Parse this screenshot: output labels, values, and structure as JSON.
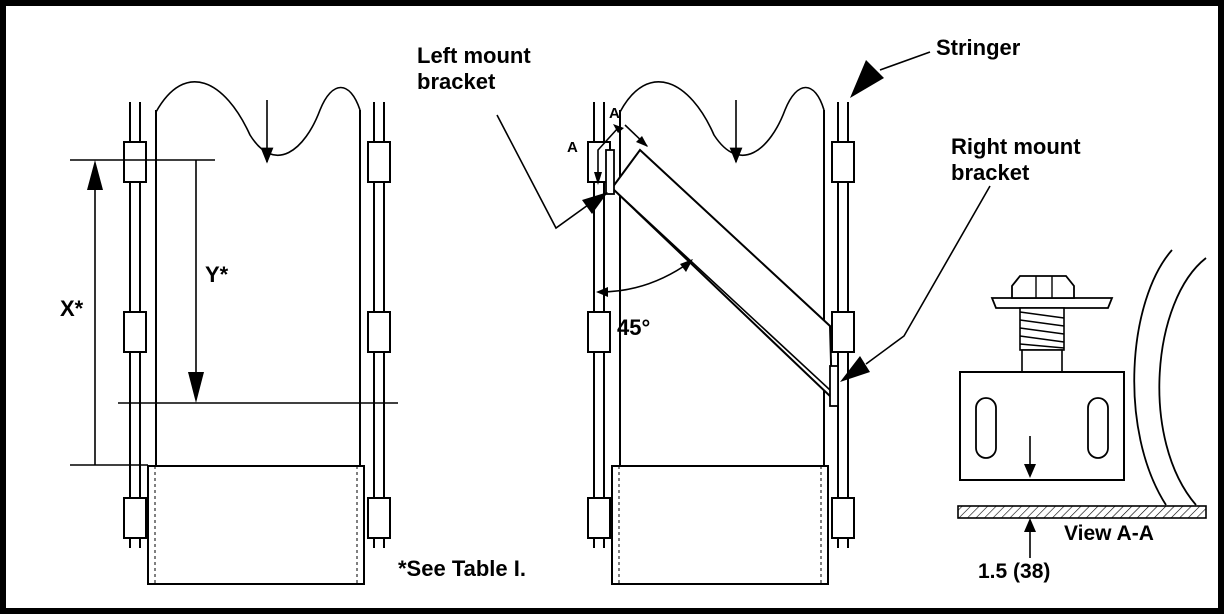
{
  "labels": {
    "left_mount_line1": "Left mount",
    "left_mount_line2": "bracket",
    "stringer": "Stringer",
    "right_mount_line1": "Right mount",
    "right_mount_line2": "bracket",
    "section_a_top": "A",
    "section_a_left": "A",
    "x_dim": "X*",
    "y_dim": "Y*",
    "angle": "45°",
    "see_table": "*See Table I.",
    "view": "View A-A",
    "clearance": "1.5 (38)"
  },
  "colors": {
    "ink": "#000000",
    "paper": "#ffffff"
  }
}
